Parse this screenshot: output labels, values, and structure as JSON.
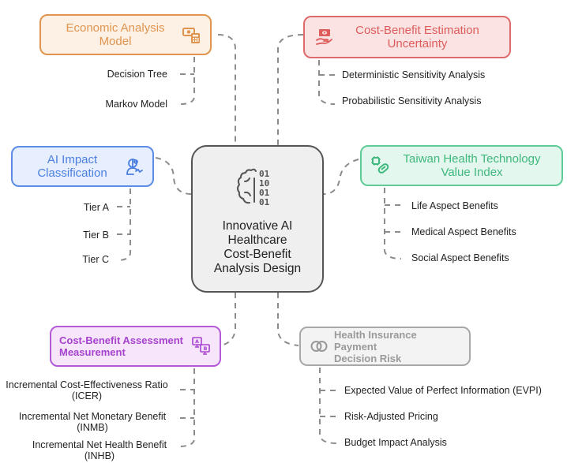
{
  "center": {
    "title": [
      "Innovative AI",
      "Healthcare",
      "Cost-Benefit",
      "Analysis Design"
    ],
    "icon": "ai-brain-binary-icon"
  },
  "branches": [
    {
      "id": "econ",
      "title": [
        "Economic Analysis",
        "Model"
      ],
      "icon": "money-calculator-icon",
      "color": "#e0954f",
      "children": [
        "Decision Tree",
        "Markov Model"
      ]
    },
    {
      "id": "cbe",
      "title": [
        "Cost-Benefit Estimation",
        "Uncertainty"
      ],
      "icon": "hand-money-icon",
      "color": "#de6b6b",
      "children": [
        "Deterministic Sensitivity Analysis",
        "Probabilistic Sensitivity Analysis"
      ]
    },
    {
      "id": "ai",
      "title": [
        "AI Impact",
        "Classification"
      ],
      "icon": "user-gear-icon",
      "color": "#5b8ce6",
      "children": [
        "Tier A",
        "Tier B",
        "Tier C"
      ]
    },
    {
      "id": "twn",
      "title": [
        "Taiwan Health Technology",
        "Value Index"
      ],
      "icon": "chip-pill-icon",
      "color": "#5fcc97",
      "children": [
        "Life Aspect Benefits",
        "Medical Aspect Benefits",
        "Social Aspect Benefits"
      ]
    },
    {
      "id": "cba",
      "title": [
        "Cost-Benefit Assessment",
        "Measurement"
      ],
      "icon": "ab-test-monitors-icon",
      "color": "#b45ad6",
      "children": [
        [
          "Incremental Cost-Effectiveness Ratio",
          "(ICER)"
        ],
        [
          "Incremental Net Monetary Benefit",
          "(INMB)"
        ],
        [
          "Incremental Net Health Benefit",
          "(INHB)"
        ]
      ]
    },
    {
      "id": "hip",
      "title": [
        "Health Insurance Payment",
        "Decision Risk"
      ],
      "icon": "overlapping-circles-icon",
      "color": "#a8a8a8",
      "children": [
        "Expected Value of Perfect Information (EVPI)",
        "Risk-Adjusted Pricing",
        "Budget Impact Analysis"
      ]
    }
  ]
}
